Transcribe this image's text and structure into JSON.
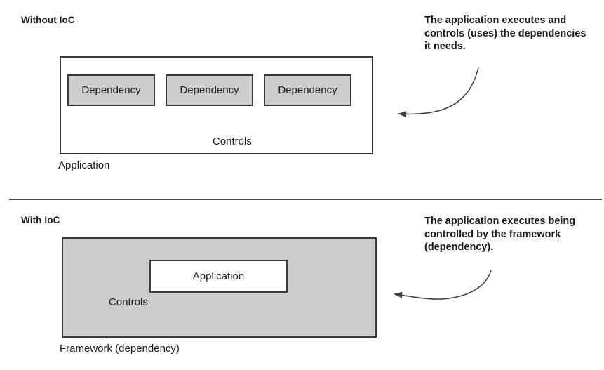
{
  "figure": {
    "sections": [
      {
        "id": "without-ioc",
        "title": "Without IoC",
        "container_label": "Application",
        "relation_label": "Controls",
        "boxes": [
          {
            "label": "Dependency"
          },
          {
            "label": "Dependency"
          },
          {
            "label": "Dependency"
          }
        ],
        "annotation": "The application executes and controls (uses) the dependencies it needs."
      },
      {
        "id": "with-ioc",
        "title": "With IoC",
        "container_label": "Framework (dependency)",
        "relation_label": "Controls",
        "boxes": [
          {
            "label": "Application"
          }
        ],
        "annotation": "The application executes being controlled by the framework (dependency)."
      }
    ],
    "colors": {
      "background": "#ffffff",
      "stroke": "#3a3a3a",
      "fill_gray": "#cccccc",
      "fill_white": "#ffffff",
      "text": "#1a1a1a",
      "divider": "#4a4a4a",
      "callout": "#3c3c3c"
    }
  }
}
